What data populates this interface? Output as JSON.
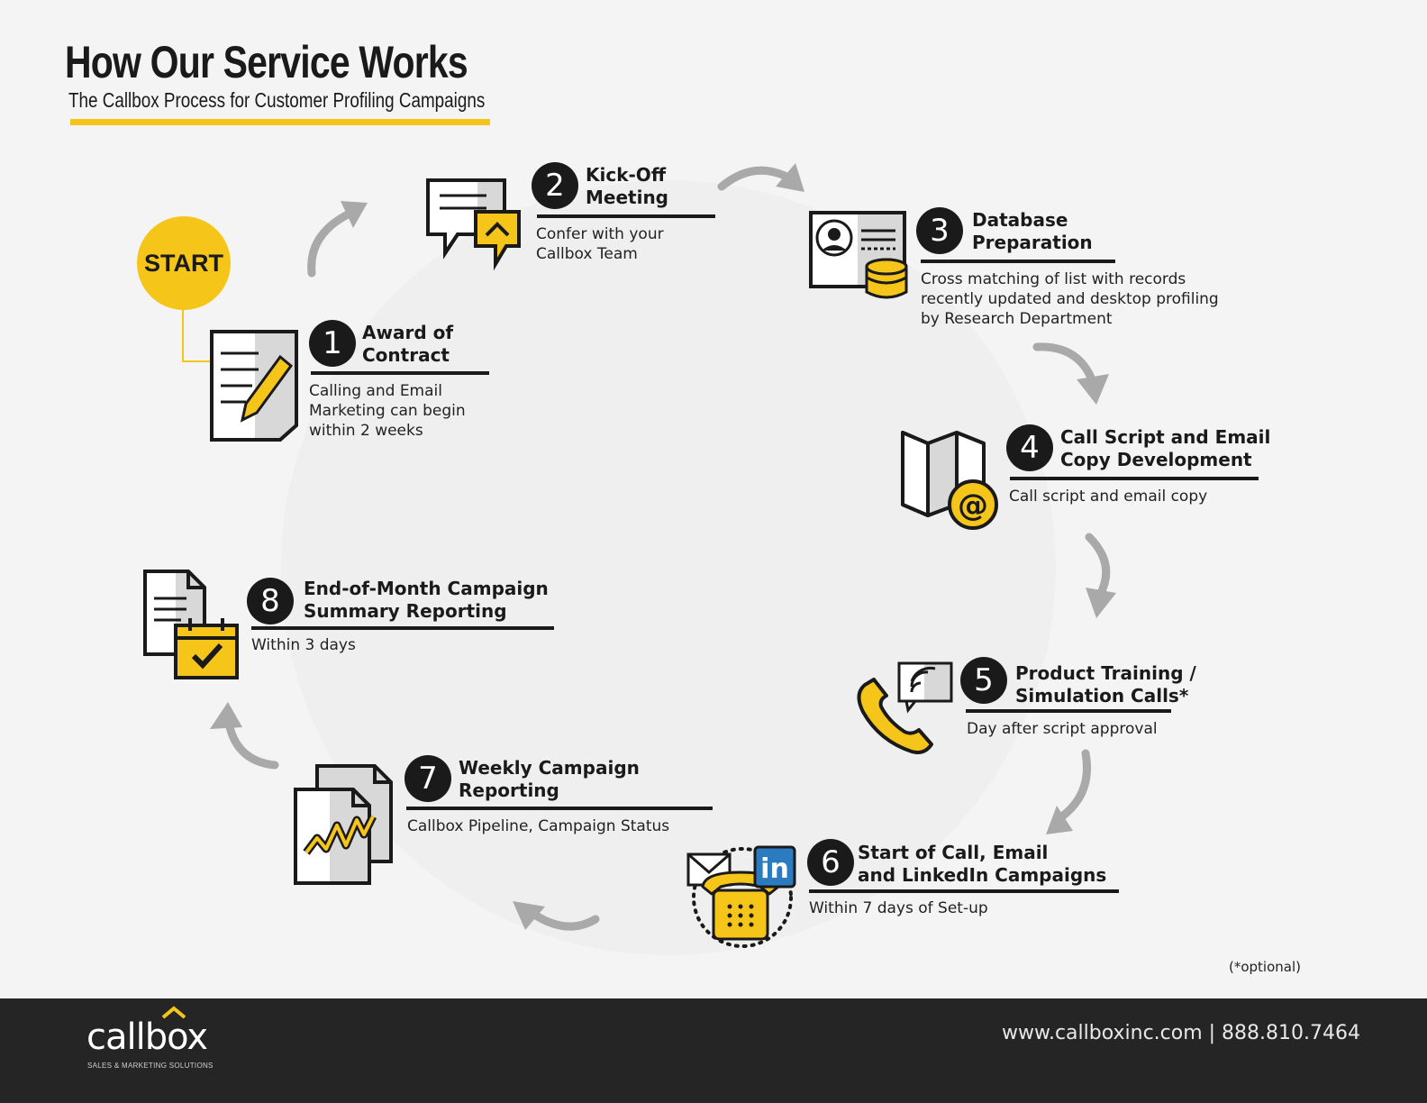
{
  "header": {
    "title": "How Our Service Works",
    "subtitle": "The Callbox Process for Customer Profiling Campaigns"
  },
  "start_label": "START",
  "steps": [
    {
      "number": "1",
      "title": "Award of\nContract",
      "description": "Calling and Email\nMarketing can begin\nwithin 2 weeks",
      "icon": "contract-pencil-icon"
    },
    {
      "number": "2",
      "title": "Kick-Off\nMeeting",
      "description": "Confer with your\nCallbox Team",
      "icon": "chat-bubbles-icon"
    },
    {
      "number": "3",
      "title": "Database\nPreparation",
      "description": "Cross matching of list with records\nrecently updated and desktop profiling\nby Research Department",
      "icon": "id-card-database-icon"
    },
    {
      "number": "4",
      "title": "Call Script and Email\nCopy Development",
      "description": "Call script and email copy",
      "icon": "map-email-icon"
    },
    {
      "number": "5",
      "title": "Product Training /\nSimulation Calls*",
      "description": "Day after script approval",
      "icon": "phone-chat-icon"
    },
    {
      "number": "6",
      "title": "Start of Call, Email\nand LinkedIn Campaigns",
      "description": "Within 7 days of Set-up",
      "icon": "telephone-email-linkedin-icon"
    },
    {
      "number": "7",
      "title": "Weekly Campaign\nReporting",
      "description": "Callbox Pipeline, Campaign Status",
      "icon": "report-chart-icon"
    },
    {
      "number": "8",
      "title": "End-of-Month Campaign\nSummary Reporting",
      "description": "Within 3 days",
      "icon": "document-calendar-check-icon"
    }
  ],
  "footnote": "(*optional)",
  "footer": {
    "logo": "callbox",
    "tagline": "SALES & MARKETING SOLUTIONS",
    "contact": "www.callboxinc.com | 888.810.7464"
  },
  "colors": {
    "accent": "#f5c51a",
    "dark": "#1a1a1a",
    "footer_bg": "#252525",
    "arrow": "#a9a9a9"
  }
}
